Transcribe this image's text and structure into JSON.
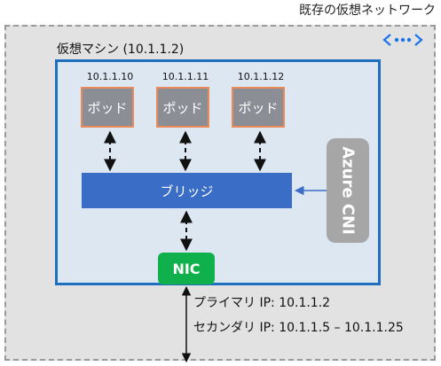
{
  "vnet": {
    "title": "既存の仮想ネットワーク",
    "icon": "vnet-icon"
  },
  "vm": {
    "title": "仮想マシン (10.1.1.2)"
  },
  "pods": [
    {
      "ip": "10.1.1.10",
      "label": "ポッド"
    },
    {
      "ip": "10.1.1.11",
      "label": "ポッド"
    },
    {
      "ip": "10.1.1.12",
      "label": "ポッド"
    }
  ],
  "bridge": {
    "label": "ブリッジ"
  },
  "cni": {
    "label": "Azure CNI"
  },
  "nic": {
    "label": "NIC"
  },
  "ips": {
    "primary": "プライマリ IP: 10.1.1.2",
    "secondary": "セカンダリ IP: 10.1.1.5 – 10.1.1.25"
  },
  "colors": {
    "vm_border": "#1f6fc1",
    "vm_fill": "#dce7f2",
    "pod_fill": "#8c8e95",
    "pod_border": "#e88a5a",
    "bridge": "#3a6dc6",
    "nic": "#10b04c",
    "cni": "#a6a6a6",
    "vnet_icon": "#1a73e8"
  }
}
